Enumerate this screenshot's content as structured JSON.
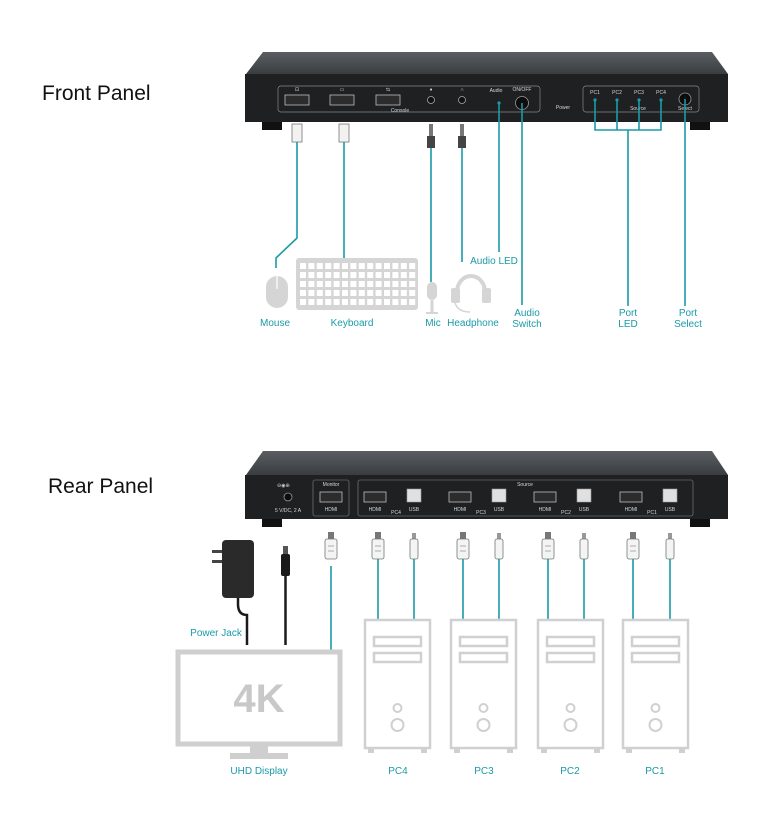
{
  "front_panel": {
    "heading": "Front Panel",
    "device_text": {
      "console": "Console",
      "audio": "Audio",
      "on_off": "ON/OFF",
      "power": "Power",
      "pc1": "PC1",
      "pc2": "PC2",
      "pc3": "PC3",
      "pc4": "PC4",
      "source": "Source",
      "select": "Select"
    },
    "labels": {
      "mouse": "Mouse",
      "keyboard": "Keyboard",
      "mic": "Mic",
      "headphone": "Headphone",
      "audio_led": "Audio LED",
      "audio_switch_1": "Audio",
      "audio_switch_2": "Switch",
      "port_led_1": "Port",
      "port_led_2": "LED",
      "port_select_1": "Port",
      "port_select_2": "Select"
    }
  },
  "rear_panel": {
    "heading": "Rear Panel",
    "device_text": {
      "dc_rating": "5 V/DC, 2 A",
      "monitor": "Monitor",
      "source": "Source",
      "hdmi": "HDMI",
      "usb": "USB",
      "pc4": "PC4",
      "pc3": "PC3",
      "pc2": "PC2",
      "pc1": "PC1"
    },
    "labels": {
      "power_jack": "Power Jack",
      "uhd_display": "UHD Display",
      "display_badge": "4K",
      "pc4": "PC4",
      "pc3": "PC3",
      "pc2": "PC2",
      "pc1": "PC1"
    }
  },
  "colors": {
    "accent": "#1a9aa8",
    "device_body": "#3a3d40",
    "device_face": "#1e2022",
    "outline_gray": "#cfcfcf"
  }
}
